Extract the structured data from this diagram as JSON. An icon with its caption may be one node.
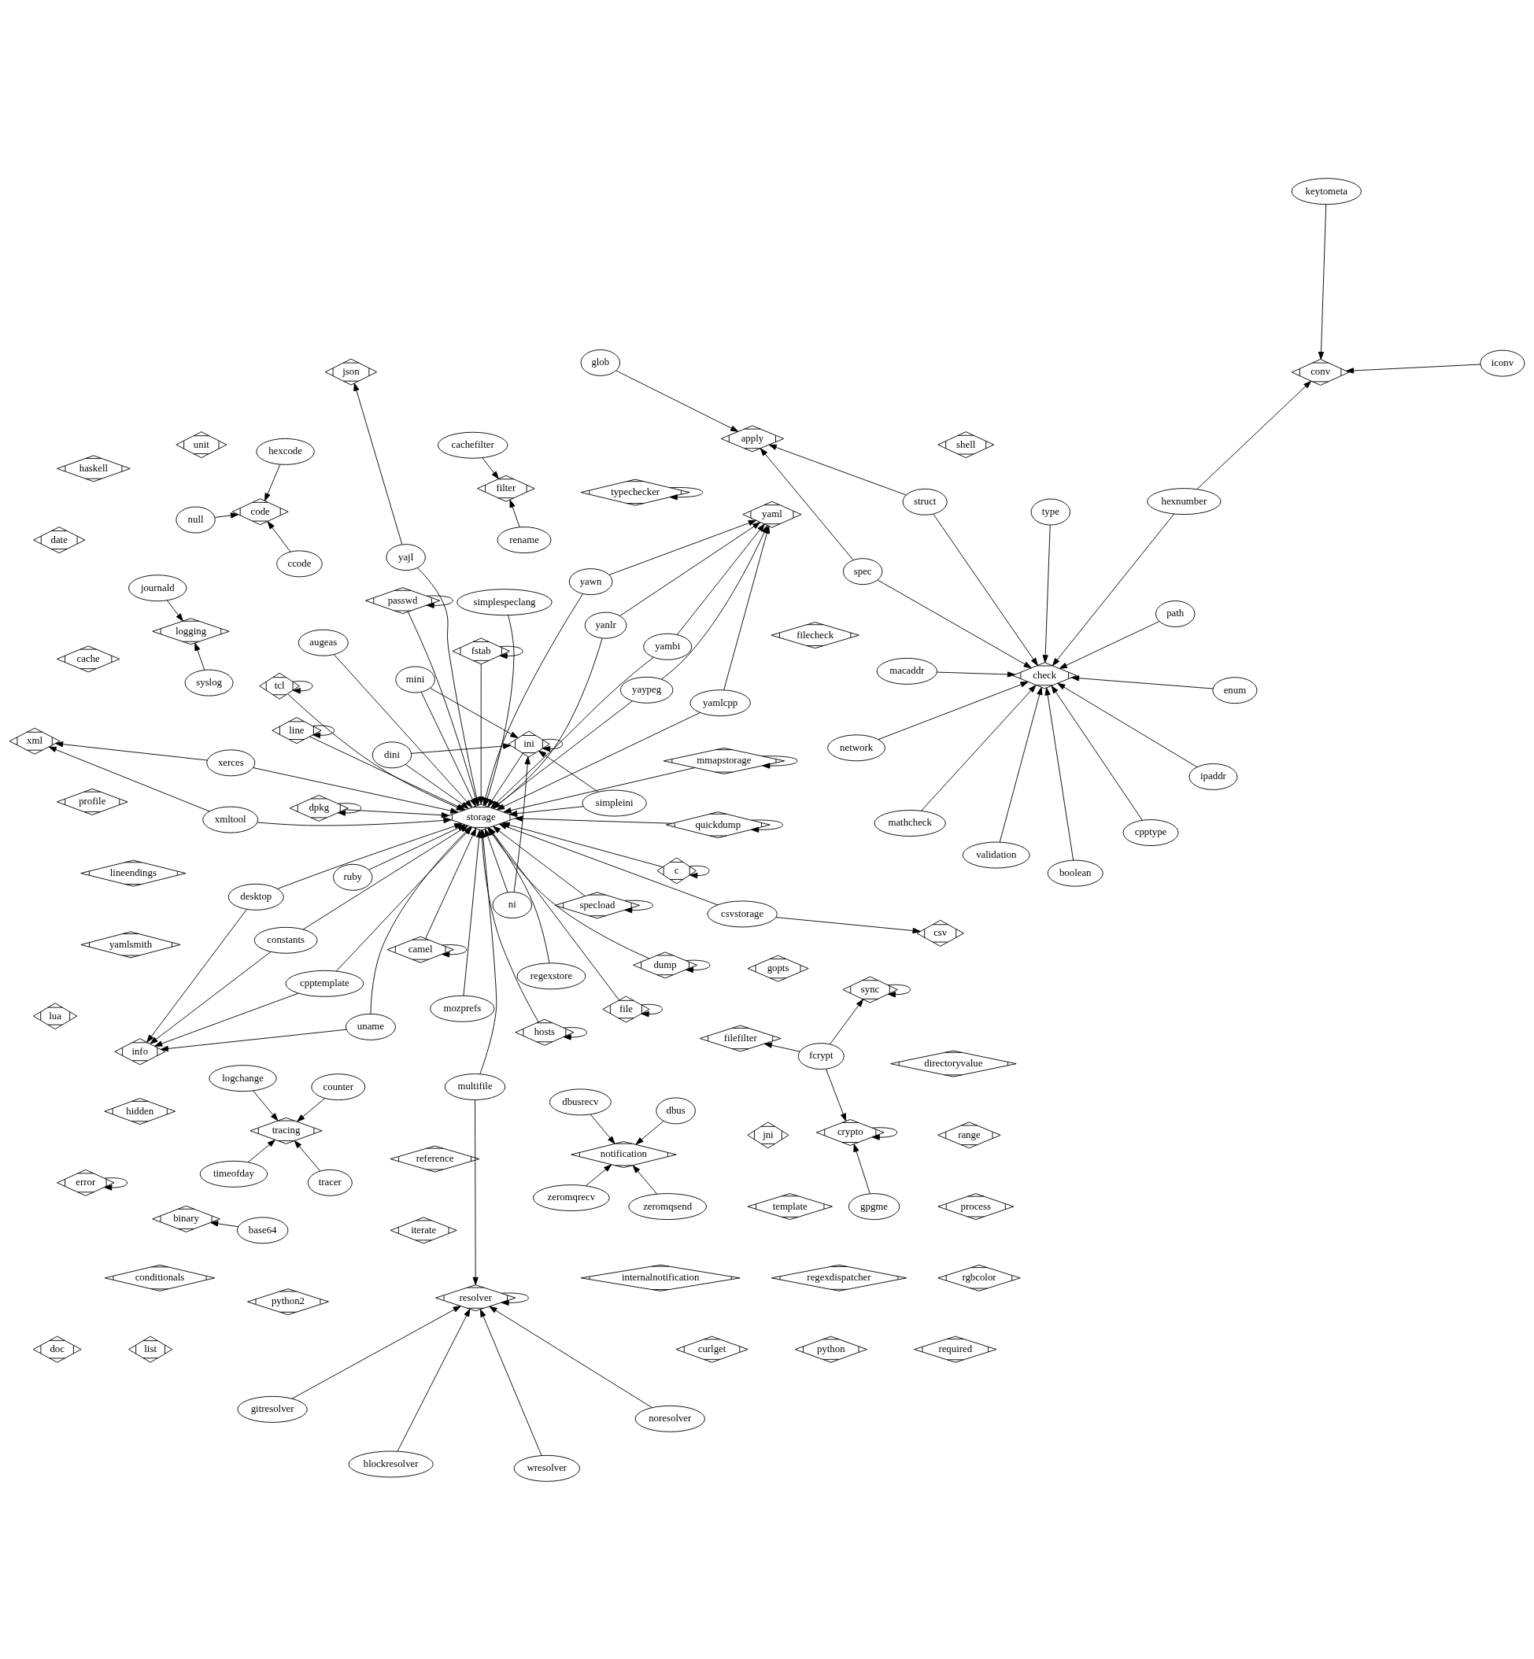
{
  "diagram": {
    "nodes": [
      {
        "text": [
          "blockresolver"
        ]
      },
      {
        "text": [
          "noresolver"
        ]
      },
      {
        "text": [
          "wresolver"
        ]
      },
      {
        "text": [
          "network"
        ]
      },
      {
        "text": [
          "gitresolver"
        ]
      },
      {
        "text": [
          "enum"
        ]
      },
      {
        "text": [
          "boolean"
        ]
      },
      {
        "text": [
          "shell"
        ]
      },
      {
        "text": [
          "iterate"
        ]
      },
      {
        "text": [
          "hidden"
        ]
      },
      {
        "text": [
          "gopts"
        ]
      },
      {
        "text": [
          "python2"
        ]
      },
      {
        "text": [
          "type"
        ]
      },
      {
        "text": [
          "path"
        ]
      },
      {
        "text": [
          "resolver"
        ]
      },
      {
        "text": [
          "macaddr"
        ]
      },
      {
        "text": [
          "mathcheck"
        ]
      },
      {
        "text": [
          "unit"
        ]
      },
      {
        "text": [
          "check"
        ]
      },
      {
        "text": [
          "conditionals"
        ]
      },
      {
        "text": [
          "timeofday"
        ]
      },
      {
        "text": [
          "tracer"
        ]
      },
      {
        "text": [
          "validation"
        ]
      },
      {
        "text": [
          "ipaddr"
        ]
      },
      {
        "text": [
          "lineendings"
        ]
      },
      {
        "text": [
          "binary"
        ]
      },
      {
        "text": [
          "cpptype"
        ]
      },
      {
        "text": [
          "base64"
        ]
      },
      {
        "text": [
          "tracing"
        ]
      },
      {
        "text": [
          "spec"
        ]
      },
      {
        "text": [
          "hexnumber"
        ]
      },
      {
        "text": [
          "logchange"
        ]
      },
      {
        "text": [
          "counter"
        ]
      },
      {
        "text": [
          "date"
        ]
      },
      {
        "text": [
          "directoryvalue"
        ]
      },
      {
        "text": [
          "struct"
        ]
      },
      {
        "text": [
          "zeromqrecv"
        ]
      },
      {
        "text": [
          "conv"
        ]
      },
      {
        "text": [
          "zeromqsend"
        ]
      },
      {
        "text": [
          "iconv"
        ]
      },
      {
        "text": [
          "apply"
        ]
      },
      {
        "text": [
          "filefilter"
        ]
      },
      {
        "text": [
          "yamlsmith"
        ]
      },
      {
        "text": [
          "xml"
        ]
      },
      {
        "text": [
          "notification"
        ]
      },
      {
        "text": [
          "keytometa"
        ]
      },
      {
        "text": [
          "lua"
        ]
      },
      {
        "text": [
          "glob"
        ]
      },
      {
        "text": [
          "dbusrecv"
        ]
      },
      {
        "text": [
          "crypto"
        ]
      },
      {
        "text": [
          "multifile"
        ]
      },
      {
        "text": [
          "dbus"
        ]
      },
      {
        "text": [
          "gpgme"
        ]
      },
      {
        "text": [
          "typechecker"
        ]
      },
      {
        "text": [
          "fcrypt"
        ]
      },
      {
        "text": [
          "xmltool"
        ]
      },
      {
        "text": [
          "haskell"
        ]
      },
      {
        "text": [
          "mozprefs"
        ]
      },
      {
        "text": [
          "file"
        ]
      },
      {
        "text": [
          "sync"
        ]
      },
      {
        "text": [
          "hosts"
        ]
      },
      {
        "text": [
          "xerces"
        ]
      },
      {
        "text": [
          "regexdispatcher"
        ]
      },
      {
        "text": [
          "cachefilter"
        ]
      },
      {
        "text": [
          "reference"
        ]
      },
      {
        "text": [
          "c"
        ]
      },
      {
        "text": [
          "quickdump"
        ]
      },
      {
        "text": [
          "fstab"
        ]
      },
      {
        "text": [
          "filter"
        ]
      },
      {
        "text": [
          "regexstore"
        ]
      },
      {
        "text": [
          "yaypeg"
        ]
      },
      {
        "text": [
          "tcl"
        ]
      },
      {
        "text": [
          "profile"
        ]
      },
      {
        "text": [
          "null"
        ]
      },
      {
        "text": [
          "rename"
        ]
      },
      {
        "text": [
          "yaml"
        ]
      },
      {
        "text": [
          "yawn"
        ]
      },
      {
        "text": [
          "camel"
        ]
      },
      {
        "text": [
          "ruby"
        ]
      },
      {
        "text": [
          "code"
        ]
      },
      {
        "text": [
          "ccode"
        ]
      },
      {
        "text": [
          "cache"
        ]
      },
      {
        "text": [
          "yanlr"
        ]
      },
      {
        "text": [
          "yambi"
        ]
      },
      {
        "text": [
          "hexcode"
        ]
      },
      {
        "text": [
          "passwd"
        ]
      },
      {
        "text": [
          "storage"
        ]
      },
      {
        "text": [
          "yamlcpp"
        ]
      },
      {
        "text": [
          "curlget"
        ]
      },
      {
        "text": [
          "error"
        ]
      },
      {
        "text": [
          "yajl"
        ]
      },
      {
        "text": [
          "ni"
        ]
      },
      {
        "text": [
          "dump"
        ]
      },
      {
        "text": [
          "doc"
        ]
      },
      {
        "text": [
          "json"
        ]
      },
      {
        "text": [
          "specload"
        ]
      },
      {
        "text": [
          "constants"
        ]
      },
      {
        "text": [
          "dini"
        ]
      },
      {
        "text": [
          "list"
        ]
      },
      {
        "text": [
          "journald"
        ]
      },
      {
        "text": [
          "mmapstorage"
        ]
      },
      {
        "text": [
          "uname"
        ]
      },
      {
        "text": [
          "ini"
        ]
      },
      {
        "text": [
          "python"
        ]
      },
      {
        "text": [
          "simplespeclang"
        ]
      },
      {
        "text": [
          "logging"
        ]
      },
      {
        "text": [
          "line"
        ]
      },
      {
        "text": [
          "jni"
        ]
      },
      {
        "text": [
          "desktop"
        ]
      },
      {
        "text": [
          "mini"
        ]
      },
      {
        "text": [
          "augeas"
        ]
      },
      {
        "text": [
          "syslog"
        ]
      },
      {
        "text": [
          "dpkg"
        ]
      },
      {
        "text": [
          "internalnotification"
        ]
      },
      {
        "text": [
          "cpptemplate"
        ]
      },
      {
        "text": [
          "simpleini"
        ]
      },
      {
        "text": [
          "info"
        ]
      },
      {
        "text": [
          "filecheck"
        ]
      },
      {
        "text": [
          "required"
        ]
      },
      {
        "text": [
          "rgbcolor"
        ]
      },
      {
        "text": [
          "process"
        ]
      },
      {
        "text": [
          "csvstorage"
        ]
      },
      {
        "text": [
          "template"
        ]
      },
      {
        "text": [
          "range"
        ]
      },
      {
        "text": [
          "csv"
        ]
      }
    ],
    "edges": [
      {
        "from": 0,
        "to": 14,
        "arrow": "to"
      },
      {
        "from": 1,
        "to": 14,
        "arrow": "to"
      },
      {
        "from": 2,
        "to": 14,
        "arrow": "to"
      },
      {
        "from": 4,
        "to": 14,
        "arrow": "to"
      },
      {
        "from": 14,
        "to": 14,
        "arrow": "to"
      },
      {
        "from": 50,
        "to": 14,
        "arrow": "to"
      },
      {
        "from": 5,
        "to": 18,
        "arrow": "to"
      },
      {
        "from": 3,
        "to": 18,
        "arrow": "to"
      },
      {
        "from": 6,
        "to": 18,
        "arrow": "to"
      },
      {
        "from": 12,
        "to": 18,
        "arrow": "to"
      },
      {
        "from": 13,
        "to": 18,
        "arrow": "to"
      },
      {
        "from": 15,
        "to": 18,
        "arrow": "to"
      },
      {
        "from": 16,
        "to": 18,
        "arrow": "to"
      },
      {
        "from": 22,
        "to": 18,
        "arrow": "to"
      },
      {
        "from": 23,
        "to": 18,
        "arrow": "to"
      },
      {
        "from": 26,
        "to": 18,
        "arrow": "to"
      },
      {
        "from": 30,
        "to": 18,
        "arrow": "to"
      },
      {
        "from": 29,
        "to": 18,
        "arrow": "to"
      },
      {
        "from": 35,
        "to": 18,
        "arrow": "to"
      },
      {
        "from": 30,
        "to": 37,
        "arrow": "to"
      },
      {
        "from": 39,
        "to": 37,
        "arrow": "to"
      },
      {
        "from": 45,
        "to": 37,
        "arrow": "to"
      },
      {
        "from": 29,
        "to": 40,
        "arrow": "to"
      },
      {
        "from": 35,
        "to": 40,
        "arrow": "to"
      },
      {
        "from": 47,
        "to": 40,
        "arrow": "to"
      },
      {
        "from": 20,
        "to": 28,
        "arrow": "to"
      },
      {
        "from": 21,
        "to": 28,
        "arrow": "to"
      },
      {
        "from": 31,
        "to": 28,
        "arrow": "to"
      },
      {
        "from": 32,
        "to": 28,
        "arrow": "to"
      },
      {
        "from": 27,
        "to": 25,
        "arrow": "to"
      },
      {
        "from": 36,
        "to": 44,
        "arrow": "to"
      },
      {
        "from": 38,
        "to": 44,
        "arrow": "to"
      },
      {
        "from": 48,
        "to": 44,
        "arrow": "to"
      },
      {
        "from": 51,
        "to": 44,
        "arrow": "to"
      },
      {
        "from": 49,
        "to": 49,
        "arrow": "to"
      },
      {
        "from": 52,
        "to": 49,
        "arrow": "to"
      },
      {
        "from": 54,
        "to": 49,
        "arrow": "to"
      },
      {
        "from": 54,
        "to": 41,
        "arrow": "to"
      },
      {
        "from": 54,
        "to": 59,
        "arrow": "to"
      },
      {
        "from": 59,
        "to": 59,
        "arrow": "to"
      },
      {
        "from": 63,
        "to": 68,
        "arrow": "to"
      },
      {
        "from": 74,
        "to": 68,
        "arrow": "to"
      },
      {
        "from": 73,
        "to": 79,
        "arrow": "to"
      },
      {
        "from": 80,
        "to": 79,
        "arrow": "to"
      },
      {
        "from": 84,
        "to": 79,
        "arrow": "to"
      },
      {
        "from": 99,
        "to": 105,
        "arrow": "to"
      },
      {
        "from": 111,
        "to": 105,
        "arrow": "to"
      },
      {
        "from": 55,
        "to": 43,
        "arrow": "to"
      },
      {
        "from": 61,
        "to": 43,
        "arrow": "to"
      },
      {
        "from": 70,
        "to": 75,
        "arrow": "to"
      },
      {
        "from": 76,
        "to": 75,
        "arrow": "to"
      },
      {
        "from": 82,
        "to": 75,
        "arrow": "to"
      },
      {
        "from": 83,
        "to": 75,
        "arrow": "to"
      },
      {
        "from": 87,
        "to": 75,
        "arrow": "to"
      },
      {
        "from": 53,
        "to": 53,
        "arrow": "to"
      },
      {
        "from": 89,
        "to": 89,
        "arrow": "to"
      },
      {
        "from": 90,
        "to": 94,
        "arrow": "to"
      },
      {
        "from": 91,
        "to": 102,
        "arrow": "to"
      },
      {
        "from": 97,
        "to": 102,
        "arrow": "to"
      },
      {
        "from": 109,
        "to": 102,
        "arrow": "to"
      },
      {
        "from": 115,
        "to": 102,
        "arrow": "to"
      },
      {
        "from": 121,
        "to": 124,
        "arrow": "to"
      },
      {
        "from": 101,
        "to": 116,
        "arrow": "to"
      },
      {
        "from": 108,
        "to": 116,
        "arrow": "to"
      },
      {
        "from": 114,
        "to": 116,
        "arrow": "to"
      },
      {
        "from": 96,
        "to": 116,
        "arrow": "to"
      },
      {
        "from": 60,
        "to": 60,
        "arrow": "to"
      },
      {
        "from": 67,
        "to": 67,
        "arrow": "to"
      },
      {
        "from": 65,
        "to": 65,
        "arrow": "to"
      },
      {
        "from": 58,
        "to": 58,
        "arrow": "to"
      },
      {
        "from": 66,
        "to": 66,
        "arrow": "to"
      },
      {
        "from": 71,
        "to": 71,
        "arrow": "to"
      },
      {
        "from": 77,
        "to": 77,
        "arrow": "to"
      },
      {
        "from": 85,
        "to": 85,
        "arrow": "to"
      },
      {
        "from": 95,
        "to": 95,
        "arrow": "to"
      },
      {
        "from": 102,
        "to": 102,
        "arrow": "to"
      },
      {
        "from": 106,
        "to": 106,
        "arrow": "to"
      },
      {
        "from": 112,
        "to": 112,
        "arrow": "to"
      },
      {
        "from": 100,
        "to": 100,
        "arrow": "to"
      },
      {
        "from": 92,
        "to": 92,
        "arrow": "to"
      },
      {
        "from": 50,
        "to": 86,
        "arrow": "to"
      },
      {
        "from": 57,
        "to": 86,
        "arrow": "to"
      },
      {
        "from": 58,
        "to": 86,
        "arrow": "to"
      },
      {
        "from": 60,
        "to": 86,
        "arrow": "to"
      },
      {
        "from": 65,
        "to": 86,
        "arrow": "to"
      },
      {
        "from": 66,
        "to": 86,
        "arrow": "to"
      },
      {
        "from": 67,
        "to": 86,
        "arrow": "to"
      },
      {
        "from": 55,
        "to": 86,
        "arrow": "to"
      },
      {
        "from": 61,
        "to": 86,
        "arrow": "to"
      },
      {
        "from": 71,
        "to": 86,
        "arrow": "to"
      },
      {
        "from": 69,
        "to": 86,
        "arrow": "to"
      },
      {
        "from": 77,
        "to": 86,
        "arrow": "to"
      },
      {
        "from": 78,
        "to": 86,
        "arrow": "to"
      },
      {
        "from": 85,
        "to": 86,
        "arrow": "to"
      },
      {
        "from": 90,
        "to": 86,
        "arrow": "to"
      },
      {
        "from": 91,
        "to": 86,
        "arrow": "to"
      },
      {
        "from": 95,
        "to": 86,
        "arrow": "to"
      },
      {
        "from": 97,
        "to": 86,
        "arrow": "to"
      },
      {
        "from": 104,
        "to": 86,
        "arrow": "to"
      },
      {
        "from": 106,
        "to": 86,
        "arrow": "to"
      },
      {
        "from": 102,
        "to": 86,
        "arrow": "to"
      },
      {
        "from": 109,
        "to": 86,
        "arrow": "to"
      },
      {
        "from": 112,
        "to": 86,
        "arrow": "to"
      },
      {
        "from": 115,
        "to": 86,
        "arrow": "to"
      },
      {
        "from": 110,
        "to": 86,
        "arrow": "to"
      },
      {
        "from": 121,
        "to": 86,
        "arrow": "to"
      },
      {
        "from": 100,
        "to": 86,
        "arrow": "to"
      },
      {
        "from": 101,
        "to": 86,
        "arrow": "to"
      },
      {
        "from": 108,
        "to": 86,
        "arrow": "to"
      },
      {
        "from": 114,
        "to": 86,
        "arrow": "to"
      },
      {
        "from": 96,
        "to": 86,
        "arrow": "to"
      },
      {
        "from": 92,
        "to": 86,
        "arrow": "to"
      },
      {
        "from": 87,
        "to": 86,
        "arrow": "to"
      },
      {
        "from": 83,
        "to": 86,
        "arrow": "to"
      },
      {
        "from": 82,
        "to": 86,
        "arrow": "to"
      },
      {
        "from": 76,
        "to": 86,
        "arrow": "to"
      },
      {
        "from": 70,
        "to": 86,
        "arrow": "to"
      }
    ]
  }
}
